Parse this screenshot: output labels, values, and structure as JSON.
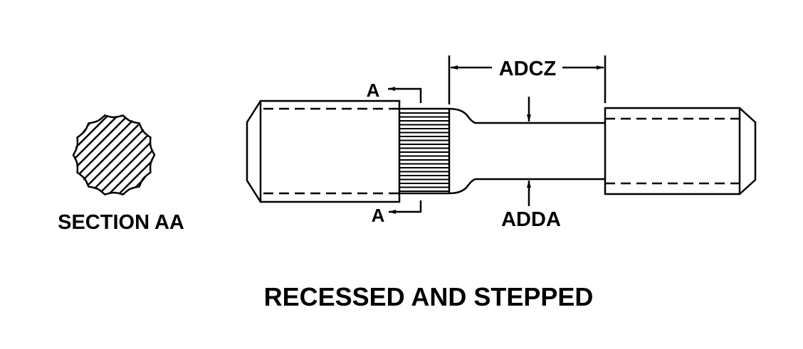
{
  "diagram": {
    "title": "RECESSED AND STEPPED",
    "section_label": "SECTION AA",
    "section_marker_top": "A",
    "section_marker_bottom": "A",
    "dimensions": {
      "recess_length": "ADCZ",
      "recess_diameter": "ADDA"
    },
    "colors": {
      "line": "#000000",
      "background": "#ffffff"
    }
  }
}
